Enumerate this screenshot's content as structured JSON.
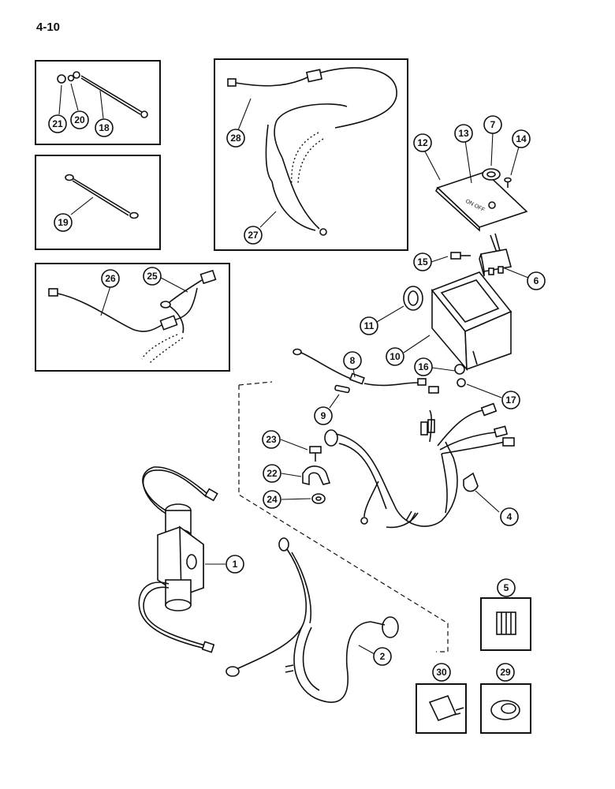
{
  "page_number": "4-10",
  "callouts": [
    {
      "id": "c21",
      "label": "21"
    },
    {
      "id": "c20",
      "label": "20"
    },
    {
      "id": "c18",
      "label": "18"
    },
    {
      "id": "c19",
      "label": "19"
    },
    {
      "id": "c28",
      "label": "28"
    },
    {
      "id": "c27",
      "label": "27"
    },
    {
      "id": "c26",
      "label": "26"
    },
    {
      "id": "c25",
      "label": "25"
    },
    {
      "id": "c12",
      "label": "12"
    },
    {
      "id": "c13",
      "label": "13"
    },
    {
      "id": "c7",
      "label": "7"
    },
    {
      "id": "c14",
      "label": "14"
    },
    {
      "id": "c15",
      "label": "15"
    },
    {
      "id": "c6",
      "label": "6"
    },
    {
      "id": "c11",
      "label": "11"
    },
    {
      "id": "c10",
      "label": "10"
    },
    {
      "id": "c8",
      "label": "8"
    },
    {
      "id": "c16",
      "label": "16"
    },
    {
      "id": "c17",
      "label": "17"
    },
    {
      "id": "c9",
      "label": "9"
    },
    {
      "id": "c23",
      "label": "23"
    },
    {
      "id": "c22",
      "label": "22"
    },
    {
      "id": "c24",
      "label": "24"
    },
    {
      "id": "c4",
      "label": "4"
    },
    {
      "id": "c1",
      "label": "1"
    },
    {
      "id": "c5",
      "label": "5"
    },
    {
      "id": "c2",
      "label": "2"
    },
    {
      "id": "c30",
      "label": "30"
    },
    {
      "id": "c29",
      "label": "29"
    }
  ]
}
